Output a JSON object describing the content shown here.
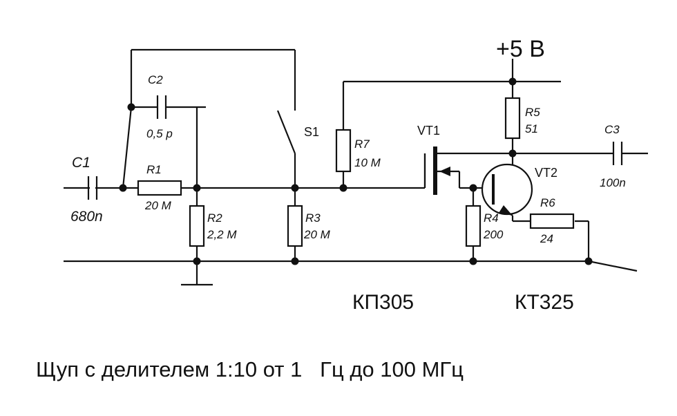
{
  "power": "+5 В",
  "components": {
    "c1": {
      "name": "C1",
      "value": "680n"
    },
    "c2": {
      "name": "C2",
      "value": "0,5 p"
    },
    "c3": {
      "name": "C3",
      "value": "100n"
    },
    "r1": {
      "name": "R1",
      "value": "20 M"
    },
    "r2": {
      "name": "R2",
      "value": "2,2 M"
    },
    "r3": {
      "name": "R3",
      "value": "20 M"
    },
    "r4": {
      "name": "R4",
      "value": "200"
    },
    "r5": {
      "name": "R5",
      "value": "51"
    },
    "r6": {
      "name": "R6",
      "value": "24"
    },
    "r7": {
      "name": "R7",
      "value": "10 M"
    },
    "s1": {
      "name": "S1"
    },
    "vt1": {
      "name": "VT1",
      "part": "КП305"
    },
    "vt2": {
      "name": "VT2",
      "part": "КТ325"
    }
  },
  "caption": "Щуп с делителем 1:10 от 1   Гц до 100 МГц"
}
